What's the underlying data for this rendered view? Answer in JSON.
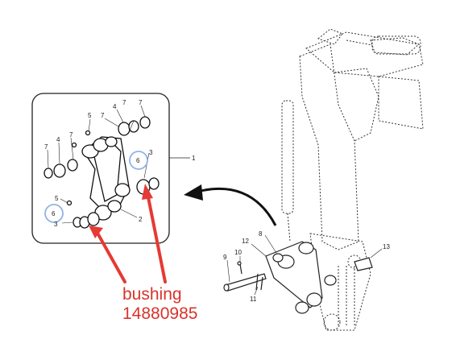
{
  "diagram": {
    "callout": {
      "line1": "bushing",
      "line2": "14880985",
      "color": "#d9332b"
    },
    "highlight_color": "#8fb3e6",
    "detail_labels": [
      "7",
      "5",
      "4",
      "7",
      "7",
      "7",
      "4",
      "7",
      "1",
      "3",
      "6",
      "6",
      "5",
      "3",
      "2"
    ],
    "machine_labels": [
      "8",
      "9",
      "10",
      "12",
      "11",
      "13"
    ]
  }
}
